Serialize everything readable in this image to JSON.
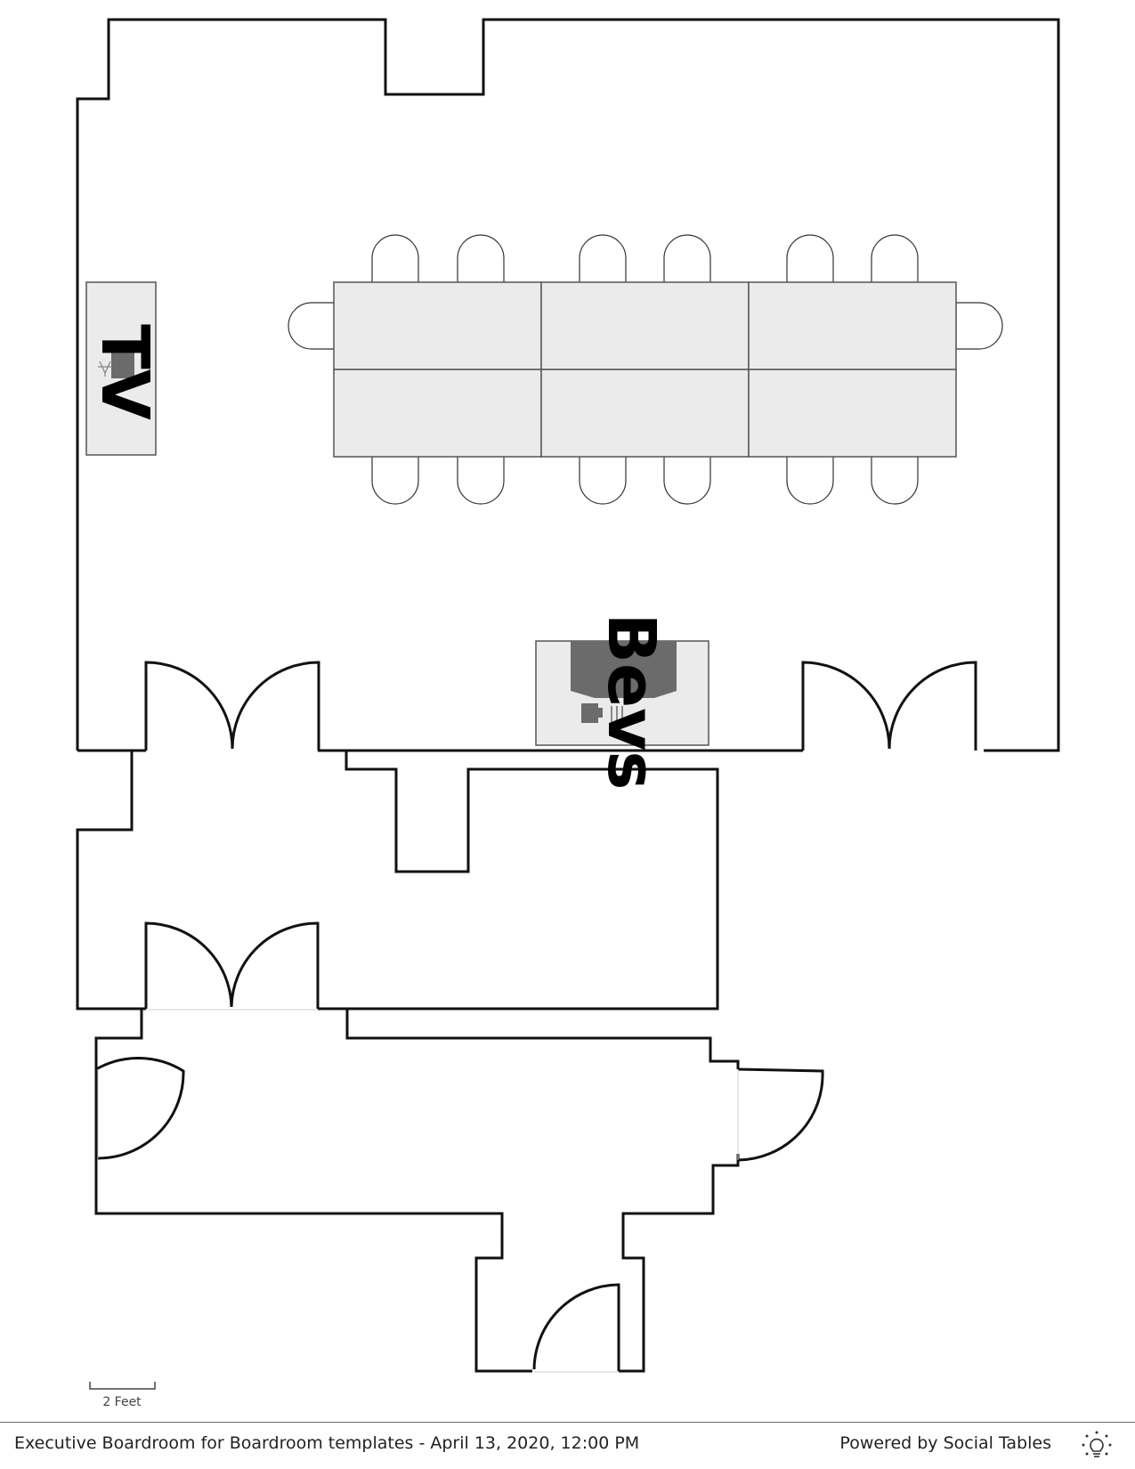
{
  "floorplan": {
    "tv_label": "TV",
    "bevs_label": "Bevs",
    "scale_label": "2 Feet"
  },
  "footer": {
    "title": "Executive Boardroom for Boardroom templates - April 13, 2020, 12:00 PM",
    "powered_by": "Powered by Social Tables",
    "logo_icon": "sun-icon"
  },
  "colors": {
    "wall": "#111111",
    "furniture_fill": "#ebebeb",
    "furniture_stroke": "#555555",
    "equipment": "#6b6b6b"
  }
}
